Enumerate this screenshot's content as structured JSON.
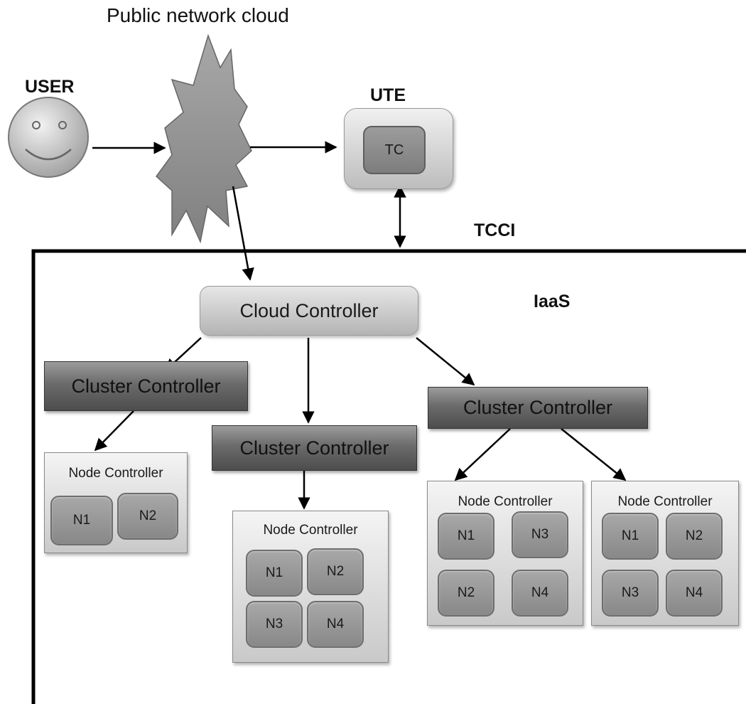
{
  "labels": {
    "public_network_cloud": "Public network cloud",
    "user": "USER",
    "ute": "UTE",
    "tc": "TC",
    "tcci": "TCCI",
    "iaas": "IaaS"
  },
  "cloud_controller": {
    "label": "Cloud Controller"
  },
  "cluster_controllers": [
    {
      "label": "Cluster Controller"
    },
    {
      "label": "Cluster Controller"
    },
    {
      "label": "Cluster Controller"
    }
  ],
  "node_controllers": [
    {
      "title": "Node Controller",
      "nodes": [
        "N1",
        "N2"
      ]
    },
    {
      "title": "Node Controller",
      "nodes": [
        "N1",
        "N2",
        "N3",
        "N4"
      ]
    },
    {
      "title": "Node Controller",
      "nodes": [
        "N1",
        "N3",
        "N2",
        "N4"
      ]
    },
    {
      "title": "Node Controller",
      "nodes": [
        "N1",
        "N2",
        "N3",
        "N4"
      ]
    }
  ]
}
